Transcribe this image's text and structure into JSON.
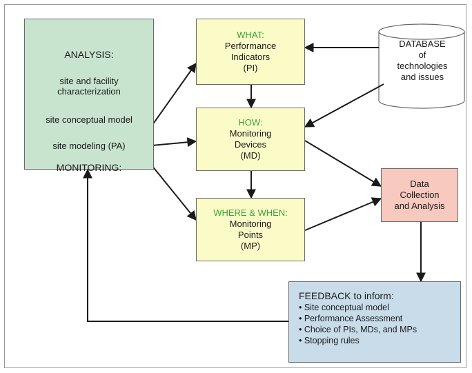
{
  "analysis": {
    "title": "ANALYSIS:",
    "step1_line1": "site and facility",
    "step1_line2": "characterization",
    "step2": "site conceptual model",
    "step3": "site modeling (PA)",
    "step4": "MONITORING:"
  },
  "what": {
    "heading": "WHAT:",
    "line1": "Performance",
    "line2": "Indicators",
    "line3": "(PI)"
  },
  "how": {
    "heading": "HOW:",
    "line1": "Monitoring",
    "line2": "Devices",
    "line3": "(MD)"
  },
  "where": {
    "heading": "WHERE & WHEN:",
    "line1": "Monitoring",
    "line2": "Points",
    "line3": "(MP)"
  },
  "database": {
    "line1": "DATABASE",
    "line2": "of",
    "line3": "technologies",
    "line4": "and issues"
  },
  "data_box": {
    "line1": "Data",
    "line2": "Collection",
    "line3": "and Analysis"
  },
  "feedback": {
    "title": "FEEDBACK to inform:",
    "items": [
      "• Site conceptual model",
      "• Performance Assessment",
      "• Choice of PIs, MDs, and MPs",
      "• Stopping rules"
    ]
  },
  "colors": {
    "analysis_fill": "#c8e4cf",
    "indicator_fill": "#fbfbc8",
    "data_fill": "#f8c9bf",
    "feedback_fill": "#c8dcea",
    "heading_green": "#3aa33a"
  }
}
